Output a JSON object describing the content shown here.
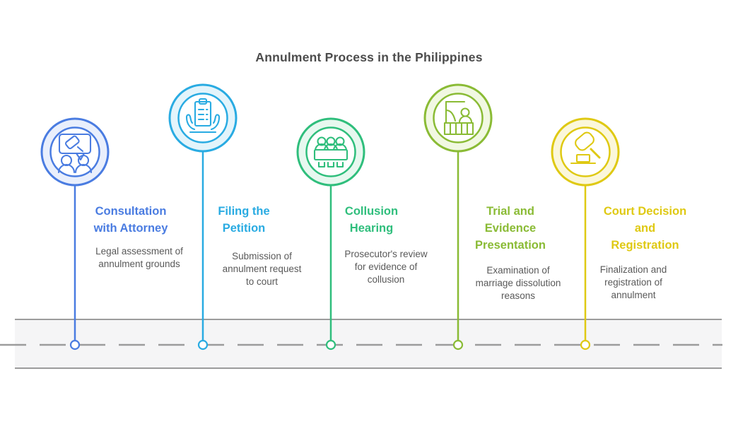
{
  "title": "Annulment Process in the Philippines",
  "title_color": "#4C4C4C",
  "road": {
    "border_color": "#9C9C9C",
    "fill": "#F5F5F6",
    "dash_color": "#9C9C9C"
  },
  "steps": [
    {
      "title": "Consultation with Attorney",
      "description": "Legal assessment of annulment grounds",
      "color": "#4A7CE1",
      "tint": "#E9EFFC",
      "icon": "attorney-consultation-icon"
    },
    {
      "title": "Filing the Petition",
      "description": "Submission of annulment request to court",
      "color": "#29ABE2",
      "tint": "#E3F4FB",
      "icon": "petition-document-icon"
    },
    {
      "title": "Collusion Hearing",
      "description": "Prosecutor's review for evidence of collusion",
      "color": "#2FBE7C",
      "tint": "#E7F8EF",
      "icon": "hearing-panel-icon"
    },
    {
      "title": "Trial and Evidence Presentation",
      "description": "Examination of marriage dissolution reasons",
      "color": "#8ABB35",
      "tint": "#F1F8E2",
      "icon": "witness-stand-icon"
    },
    {
      "title": "Court Decision and Registration",
      "description": "Finalization and registration of annulment",
      "color": "#DFC913",
      "tint": "#FBF7DA",
      "icon": "gavel-icon"
    }
  ]
}
